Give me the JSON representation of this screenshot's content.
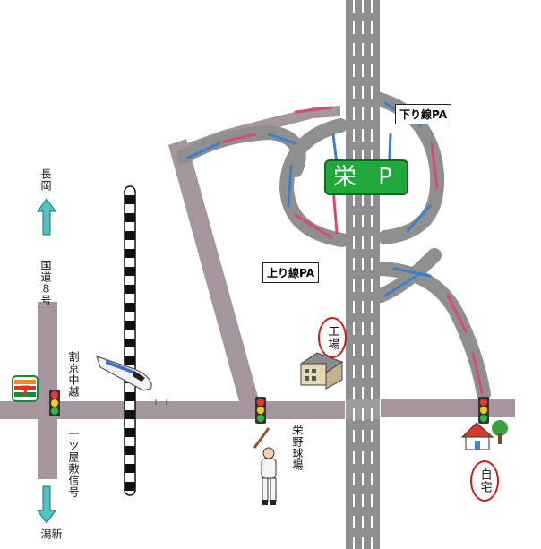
{
  "destinations": {
    "north": "長岡",
    "south": "新潟"
  },
  "route": {
    "name": "国道８号"
  },
  "intersections": {
    "left": "割京中越",
    "lower_left": "一ツ屋敷信号"
  },
  "places": {
    "factory": "工場",
    "baseball": "栄野球場",
    "home": "自宅",
    "parking_area": "栄 P",
    "down_pa": "下り線PA",
    "up_pa": "上り線PA"
  },
  "colors": {
    "road": "#a4959f",
    "expressway": "#8f8f8f",
    "lane_mark": "#ffffff",
    "arrow_blue": "#3b80c8",
    "arrow_pink": "#d9487a",
    "parking_green": "#21a83b",
    "circle_red": "#c41e1e",
    "nav_arrow": "#4fc4c8"
  }
}
